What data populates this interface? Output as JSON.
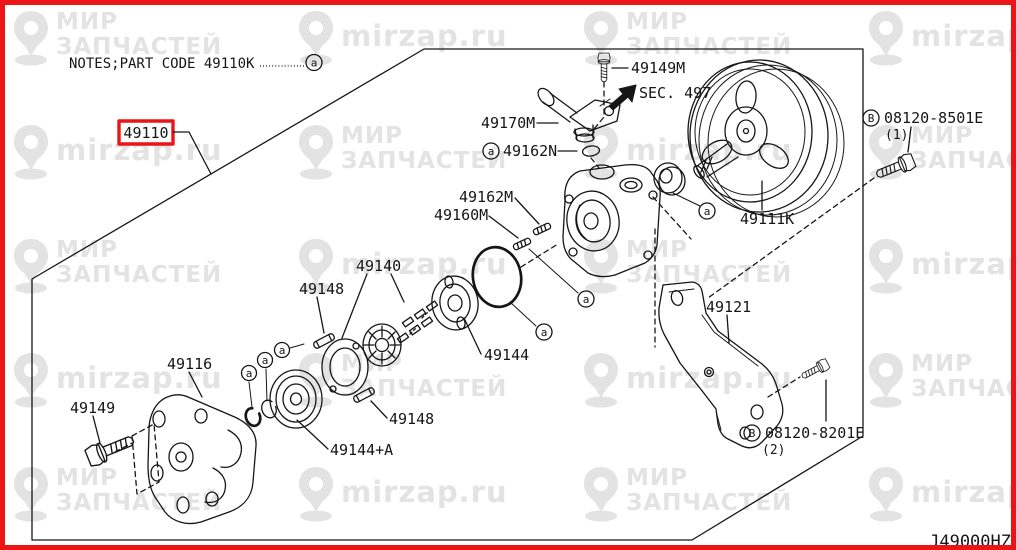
{
  "notes": {
    "text": "NOTES;PART CODE 49110K",
    "dots": "...............",
    "marker": "a"
  },
  "highlight": {
    "label": "49110"
  },
  "footer": {
    "code": "J49000HZ"
  },
  "watermark": {
    "brand_line1": "МИР",
    "brand_line2": "ЗАПЧАСТЕЙ",
    "site": "mirzap.ru"
  },
  "colors": {
    "accent_red": "#ec1515",
    "line_black": "#161616",
    "watermark_gray": "#e3e3e3"
  },
  "labels": {
    "l49149m": "49149M",
    "sec497": "SEC. 497",
    "l49170m": "49170M",
    "l49162n": "49162N",
    "l49162m": "49162M",
    "l49160m": "49160M",
    "l49140": "49140",
    "l49148_top": "49148",
    "l49116": "49116",
    "l49149": "49149",
    "l49144": "49144",
    "l49144a": "49144+A",
    "l49148_bot": "49148",
    "l49121": "49121",
    "l49111k": "49111K",
    "bolt1_num": "08120-8501E",
    "bolt1_qty": "(1)",
    "bolt2_num": "08120-8201E",
    "bolt2_qty": "(2)",
    "marker_a": "a",
    "marker_b": "B"
  }
}
